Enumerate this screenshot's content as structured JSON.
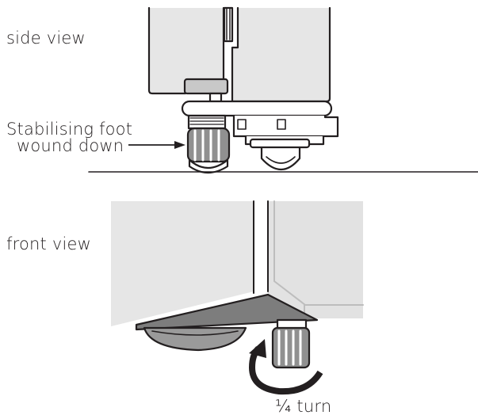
{
  "labels": {
    "side_view": "side view",
    "stabilising_foot_line1": "Stabilising foot",
    "stabilising_foot_line2": "wound down",
    "front_view": "front view",
    "quarter_turn": "¼ turn"
  },
  "colors": {
    "ink": "#231f20",
    "panel_light": "#e6e6e6",
    "panel_mid": "#d0d0d0",
    "base_dark": "#808080",
    "foot_dark": "#909090",
    "white": "#ffffff"
  },
  "icons": {
    "foot_arrow": "right-arrow-icon",
    "rotation_arrow": "curved-rotation-arrow-icon"
  }
}
